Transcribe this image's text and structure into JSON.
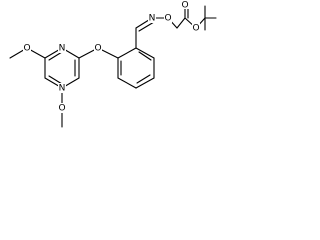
{
  "atoms": {
    "o_methoxy_top": "O",
    "n_ring_top": "N",
    "n_ring_bottom": "N",
    "o_aryl_ether": "O",
    "o_methoxy_bottom": "O",
    "n_oxime": "N",
    "o_oxime": "O",
    "o_carbonyl": "O",
    "o_ester": "O"
  }
}
